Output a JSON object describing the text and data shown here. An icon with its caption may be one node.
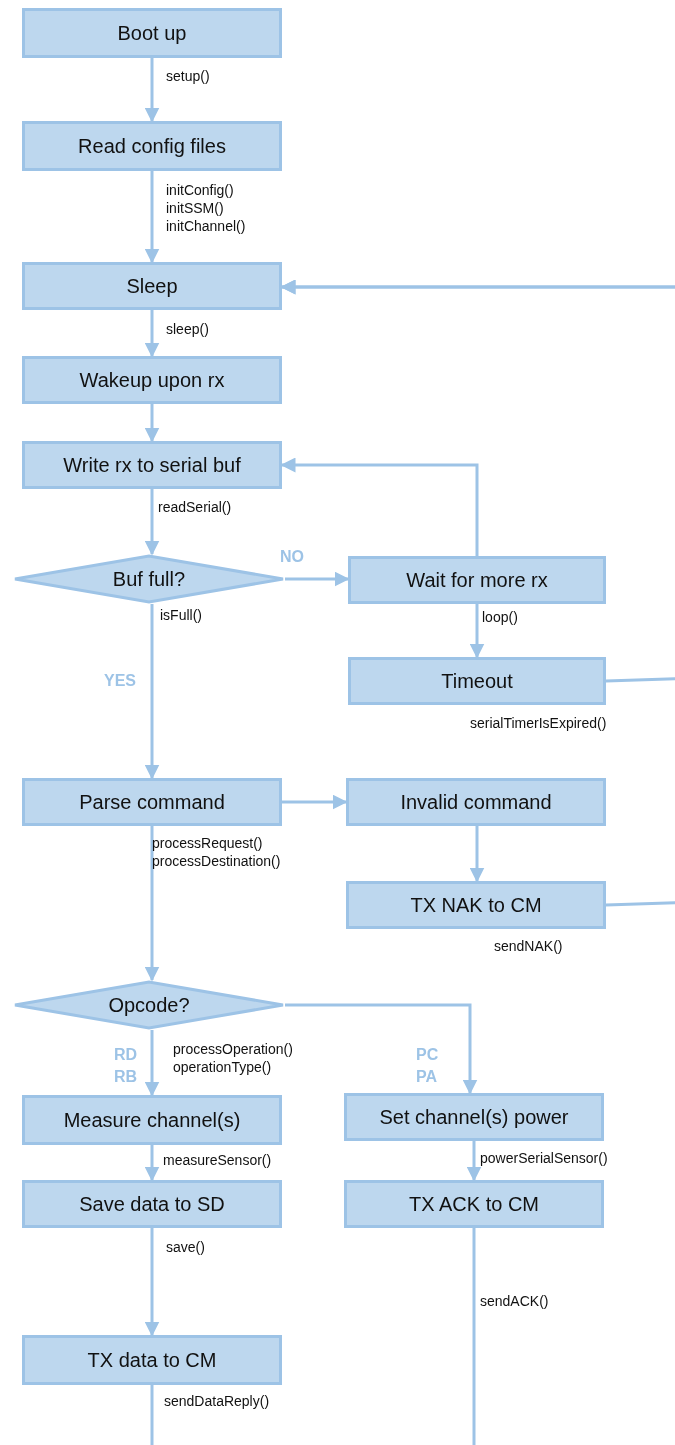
{
  "diagram": {
    "nodes": [
      {
        "text": [
          "Boot up"
        ]
      },
      {
        "text": [
          "Read config files"
        ]
      },
      {
        "text": [
          "Sleep"
        ]
      },
      {
        "text": [
          "Wakeup upon rx"
        ]
      },
      {
        "text": [
          "Write rx to serial buf"
        ]
      },
      {
        "text": [
          "Buf full?"
        ],
        "beside": [
          "isFull()"
        ]
      },
      {
        "text": [
          "Wait for more rx"
        ]
      },
      {
        "text": [
          "Timeout"
        ],
        "beside": [
          "serialTimerIsExpired()"
        ]
      },
      {
        "text": [
          "Parse command"
        ]
      },
      {
        "text": [
          "Invalid command"
        ]
      },
      {
        "text": [
          "TX NAK to CM"
        ],
        "beside": [
          "sendNAK()"
        ]
      },
      {
        "text": [
          "Opcode?"
        ],
        "beside": [
          "processOperation() operationType()"
        ]
      },
      {
        "text": [
          "Measure channel(s)"
        ]
      },
      {
        "text": [
          "Set channel(s) power"
        ]
      },
      {
        "text": [
          "Save data to SD"
        ]
      },
      {
        "text": [
          "TX ACK to CM"
        ]
      },
      {
        "text": [
          "TX data to CM"
        ],
        "beside": [
          "sendDataReply()"
        ]
      }
    ],
    "edges": [
      {
        "from": 0,
        "to": 1,
        "arrow": "to",
        "label": "setup()"
      },
      {
        "from": 1,
        "to": 2,
        "arrow": "to",
        "label": "initConfig() initSSM() initChannel()"
      },
      {
        "from": 2,
        "to": 3,
        "arrow": "to",
        "label": "sleep()"
      },
      {
        "from": 3,
        "to": 4,
        "arrow": "to"
      },
      {
        "from": 4,
        "to": 5,
        "arrow": "to",
        "label": "readSerial()"
      },
      {
        "from": 5,
        "to": 6,
        "arrow": "to",
        "label": "NO"
      },
      {
        "from": 6,
        "to": 4,
        "arrow": "to"
      },
      {
        "from": 6,
        "to": 7,
        "arrow": "to",
        "label": "loop()"
      },
      {
        "from": 7,
        "to": 2,
        "arrow": "to"
      },
      {
        "from": 5,
        "to": 8,
        "arrow": "to",
        "label": "YES"
      },
      {
        "from": 8,
        "to": 9,
        "arrow": "to"
      },
      {
        "from": 9,
        "to": 10,
        "arrow": "to"
      },
      {
        "from": 10,
        "to": 2,
        "arrow": "to"
      },
      {
        "from": 8,
        "to": 11,
        "arrow": "to",
        "label": "processRequest() processDestination()"
      },
      {
        "from": 11,
        "to": 12,
        "arrow": "to",
        "label": "RD RB"
      },
      {
        "from": 11,
        "to": 13,
        "arrow": "to",
        "label": "PC PA"
      },
      {
        "from": 12,
        "to": 14,
        "arrow": "to",
        "label": "measureSensor()"
      },
      {
        "from": 13,
        "to": 15,
        "arrow": "to",
        "label": "powerSerialSensor()"
      },
      {
        "from": 14,
        "to": 16,
        "arrow": "to",
        "label": "save()"
      },
      {
        "from": 16,
        "to": null,
        "arrow": "none"
      },
      {
        "from": 15,
        "to": null,
        "arrow": "none",
        "label": "sendACK()"
      }
    ]
  }
}
